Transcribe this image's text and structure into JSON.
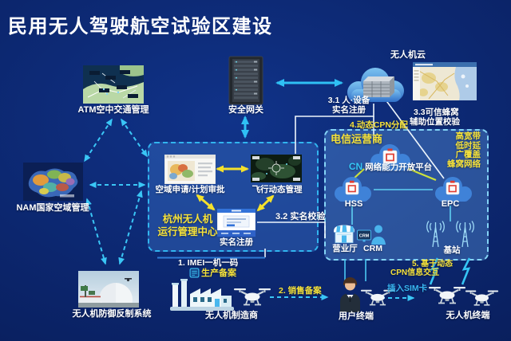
{
  "title": "民用无人驾驶航空试验区建设",
  "nodes": {
    "atm_label": "ATM空中交通管理",
    "gateway_label": "安全网关",
    "drone_cloud_label": "无人机云",
    "nam_label": "NAM国家空域管理",
    "defense_label": "无人机防御反制系统",
    "manufacturer_label": "无人机制造商",
    "user_terminal_label": "用户终端",
    "drone_terminal_label": "无人机终端"
  },
  "center_box": {
    "airspace_label": "空域申请/计划审批",
    "flight_label": "飞行动态管理",
    "name_line1": "杭州无人机",
    "name_line2": "运行管理中心",
    "registration_label": "实名注册"
  },
  "telecom_box": {
    "title": "电信运营商",
    "cn": "CN",
    "platform": "网络能力开放平台",
    "hss": "HSS",
    "epc": "EPC",
    "hall": "营业厅",
    "crm": "CRM",
    "crm_screen": "CRM",
    "station": "基站",
    "network_features": [
      "高宽带",
      "低时延",
      "广覆盖",
      "蜂窝网络"
    ]
  },
  "annotations": {
    "a31_line1": "3.1 人·设备",
    "a31_line2": "实名注册",
    "a4": "4.动态CPN分配",
    "a33_line1": "3.3可信蜂窝",
    "a33_line2": "辅助位置校验",
    "a32": "3.2 实名校验",
    "a1": "1. IMEI一机一码",
    "a1b": "生产备案",
    "a2": "2. 销售备案",
    "sim": "插入SIM卡",
    "a5_line1": "5. 基于动态",
    "a5_line2": "CPN信息交互"
  },
  "colors": {
    "accent_cyan": "#35c5f5",
    "accent_yellow": "#f6e23a",
    "background": "#0b2469"
  }
}
